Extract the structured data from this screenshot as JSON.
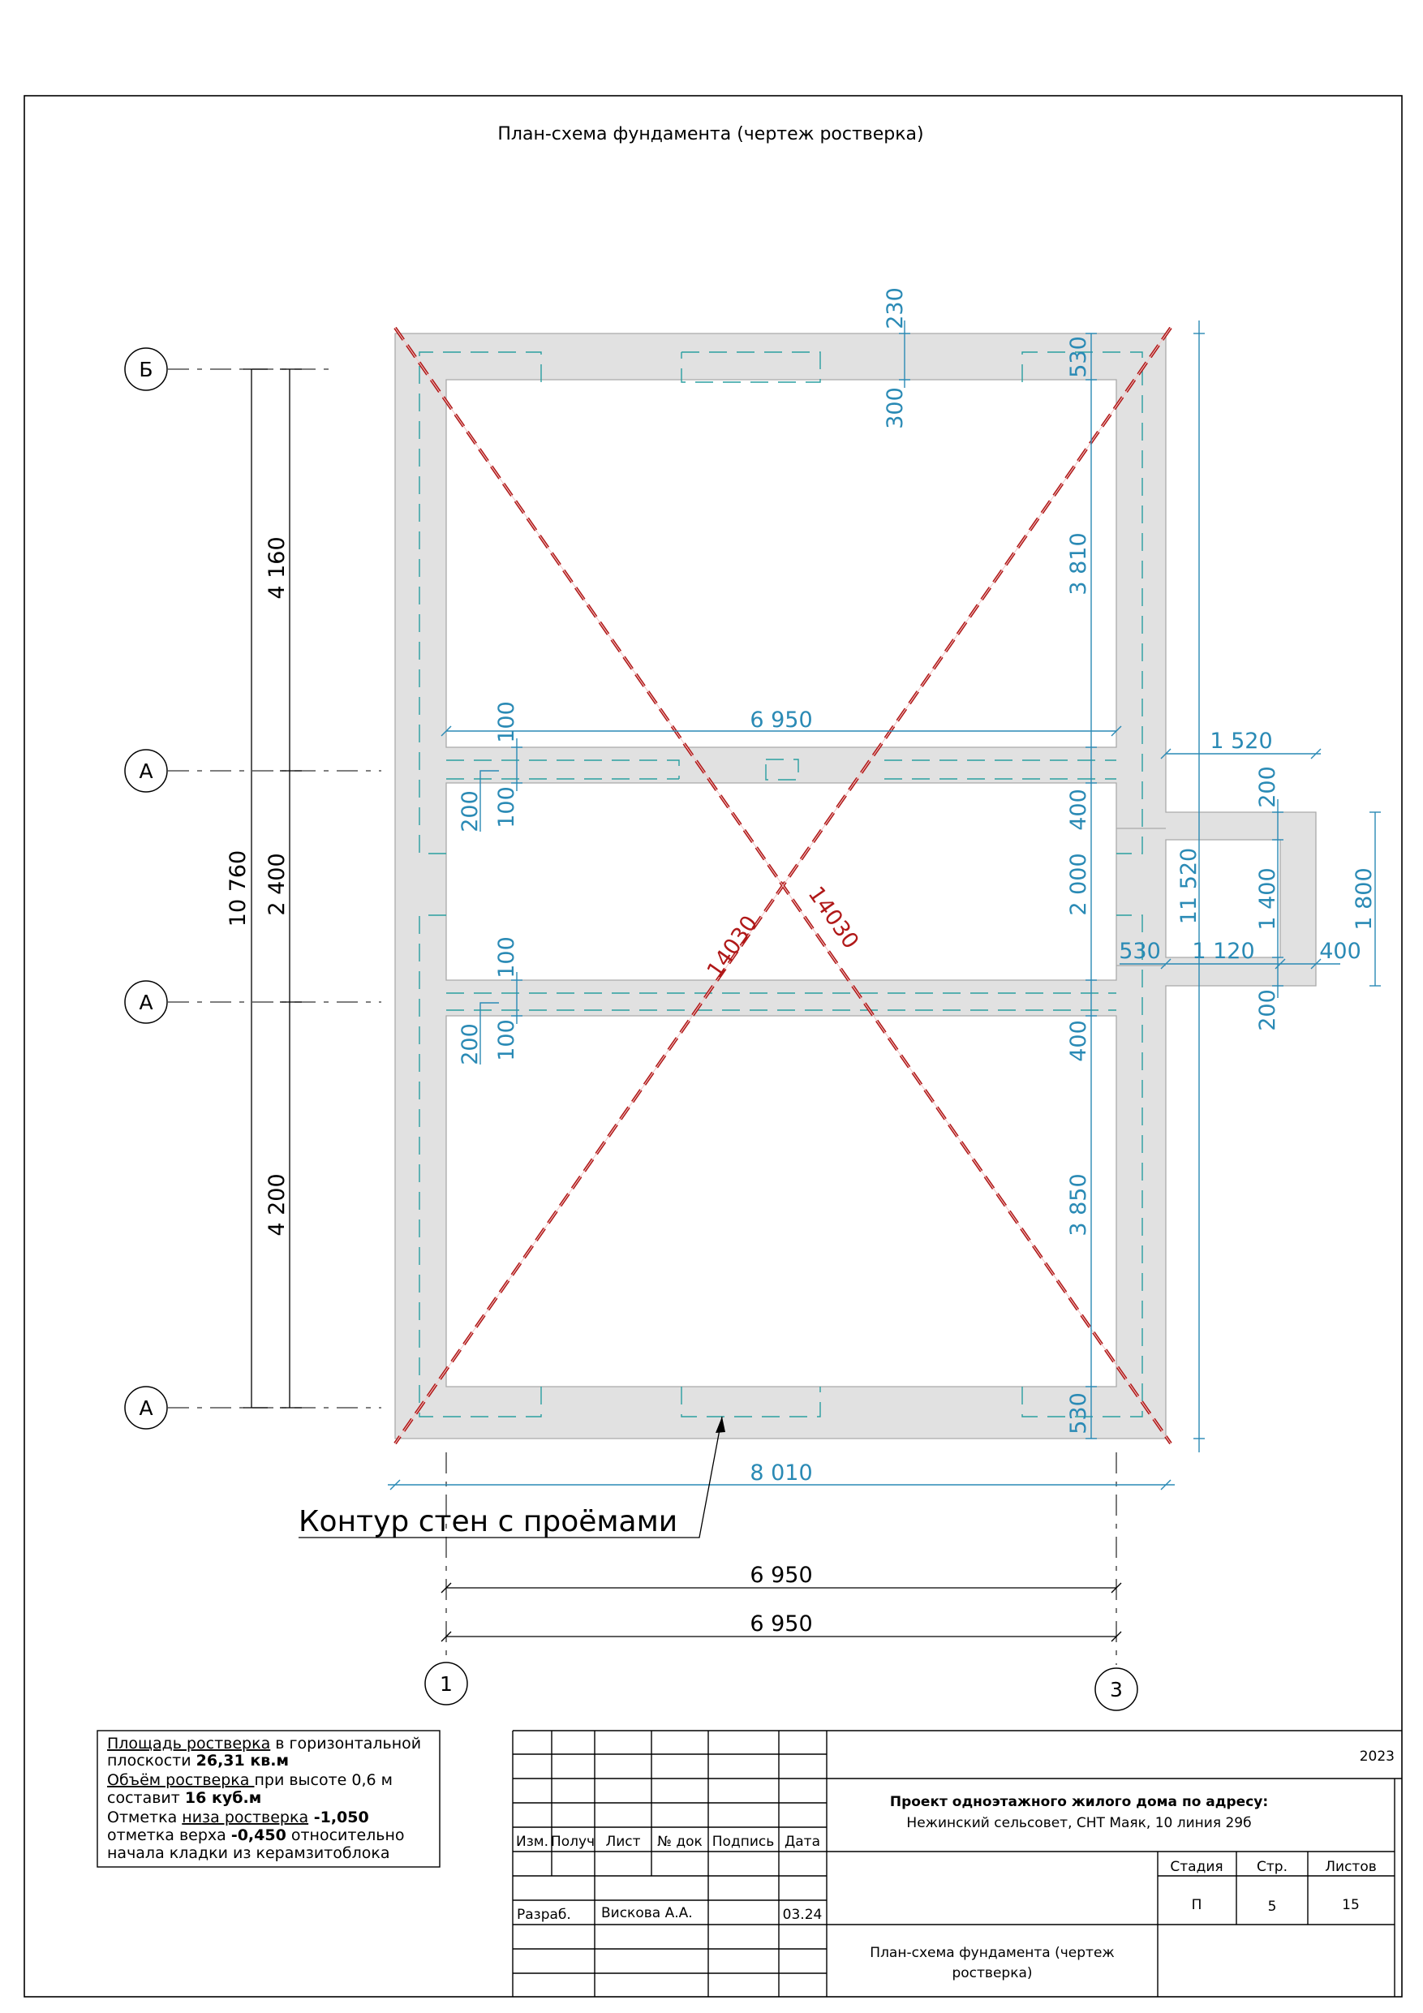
{
  "title": "План-схема фундамента (чертеж ростверка)",
  "axes": {
    "rows": [
      "Б",
      "А",
      "А",
      "А"
    ],
    "cols": [
      "1",
      "3"
    ]
  },
  "dimensions": {
    "left_total": "10 760",
    "left_top": "4 160",
    "left_mid": "2 400",
    "left_bot": "4 200",
    "top_230": "230",
    "top_300": "300",
    "inner_width": "6 950",
    "beam_100a": "100",
    "beam_100b": "100",
    "beam_200a": "200",
    "beam_100c": "100",
    "beam_100d": "100",
    "beam_200b": "200",
    "right_530_top": "530",
    "right_3810": "3 810",
    "right_400a": "400",
    "right_2000": "2 000",
    "right_400b": "400",
    "right_3850": "3 850",
    "right_530_bot": "530",
    "right_total": "11 520",
    "porch_1520": "1 520",
    "porch_200a": "200",
    "porch_1400": "1 400",
    "porch_200b": "200",
    "porch_1800": "1 800",
    "porch_530": "530",
    "porch_1120": "1 120",
    "porch_400": "400",
    "diag1": "14030",
    "diag2": "14030",
    "bottom_8010": "8 010",
    "bottom_6950a": "6 950",
    "bottom_6950b": "6 950"
  },
  "callout": "Контур стен с проёмами",
  "notes": {
    "l1a": "Площадь ростверка",
    "l1b": " в горизонтальной",
    "l2a": "плоскости ",
    "l2b": "26,31 кв.м",
    "l3a": "Объём ростверка ",
    "l3b": "при высоте 0,6 м",
    "l4a": "составит ",
    "l4b": "16 куб.м",
    "l5a": "Отметка ",
    "l5b": "низа ростверка",
    "l5c": " -1,050",
    "l6a": "отметка верха ",
    "l6b": "-0,450",
    "l6c": " относительно",
    "l7": "начала кладки из керамзитоблока"
  },
  "title_block": {
    "year": "2023",
    "project_title": "Проект одноэтажного жилого дома по адресу:",
    "project_address": "Нежинский сельсовет, СНТ Маяк, 10 линия 29б",
    "headers": [
      "Изм.",
      "Получ",
      "Лист",
      "№ док",
      "Подпись",
      "Дата"
    ],
    "developed_label": "Разраб.",
    "developer": "Вискова А.А.",
    "date": "03.24",
    "stage_label": "Стадия",
    "page_label": "Стр.",
    "sheets_label": "Листов",
    "stage": "П",
    "page": "5",
    "sheets": "15",
    "sheet_title_1": "План-схема фундамента (чертеж",
    "sheet_title_2": "ростверка)"
  },
  "colors": {
    "dimension": "#2a8ab5",
    "diagonal": "#b01818",
    "slab": "#e1e1e1"
  }
}
